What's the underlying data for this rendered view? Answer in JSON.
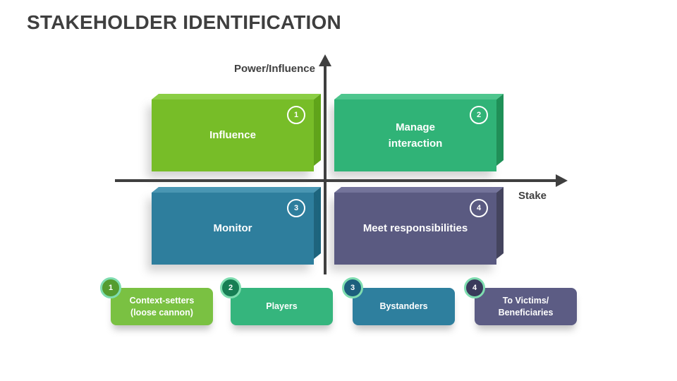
{
  "title": "STAKEHOLDER IDENTIFICATION",
  "axes": {
    "y_label": "Power/Influence",
    "x_label": "Stake"
  },
  "quadrants": [
    {
      "number": "1",
      "lines": [
        "Influence"
      ],
      "color": "#77bd28"
    },
    {
      "number": "2",
      "lines": [
        "Manage",
        "interaction"
      ],
      "color": "#30b377"
    },
    {
      "number": "3",
      "lines": [
        "Monitor"
      ],
      "color": "#2e7e9d"
    },
    {
      "number": "4",
      "lines": [
        "Meet responsibilities"
      ],
      "color": "#5a5a81"
    }
  ],
  "legend": [
    {
      "number": "1",
      "lines": [
        "Context-setters",
        "(loose cannon)"
      ],
      "color": "#7ac142",
      "badge_color": "#549c2f"
    },
    {
      "number": "2",
      "lines": [
        "Players"
      ],
      "color": "#35b57d",
      "badge_color": "#177e54"
    },
    {
      "number": "3",
      "lines": [
        "Bystanders"
      ],
      "color": "#2e7f9e",
      "badge_color": "#1c5f7d"
    },
    {
      "number": "4",
      "lines": [
        "To Victims/",
        "Beneficiaries"
      ],
      "color": "#5c5c84",
      "badge_color": "#3a3a5b"
    }
  ],
  "palette": {
    "title_color": "#3f3f3f",
    "axis_color": "#3f3f3f",
    "badge_ring": "#7fddb0",
    "box_text": "#ffffff",
    "background": "#ffffff"
  }
}
